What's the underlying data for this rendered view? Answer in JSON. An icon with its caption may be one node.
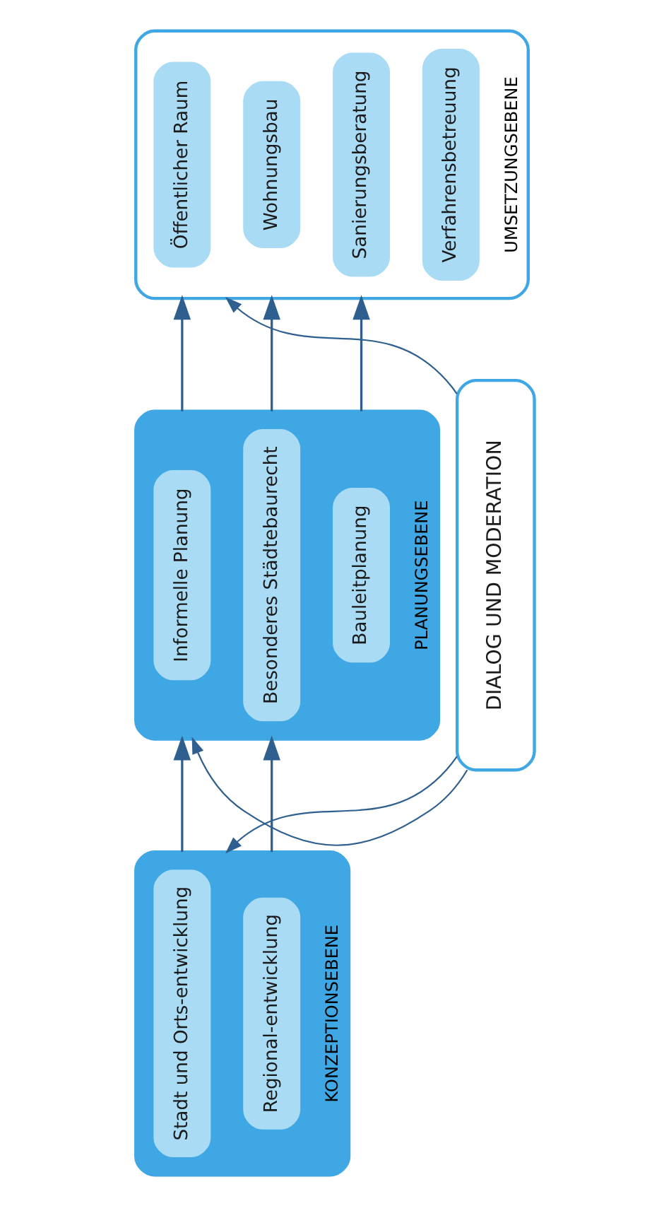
{
  "diagram": {
    "nodes": [
      {
        "text": [
          "KONZEPTIONSEBENE"
        ]
      },
      {
        "text": [
          "Stadt und Orts-entwicklung"
        ],
        "in": 0
      },
      {
        "text": [
          "Regional-entwicklung"
        ],
        "in": 0
      },
      {
        "text": [
          "PLANUNGSEBENE"
        ]
      },
      {
        "text": [
          "Informelle Planung"
        ],
        "in": 3
      },
      {
        "text": [
          "Besonderes Städtebaurecht"
        ],
        "in": 3
      },
      {
        "text": [
          "Bauleitplanung"
        ],
        "in": 3
      },
      {
        "text": [
          "UMSETZUNGSEBENE"
        ]
      },
      {
        "text": [
          "Öffentlicher Raum"
        ],
        "in": 7
      },
      {
        "text": [
          "Wohnungsbau"
        ],
        "in": 7
      },
      {
        "text": [
          "Sanierungsberatung"
        ],
        "in": 7
      },
      {
        "text": [
          "Verfahrensbetreuung"
        ],
        "in": 7
      },
      {
        "text": [
          "DIALOG UND MODERATION"
        ]
      }
    ],
    "edges": [
      {
        "from": 0,
        "to": 3,
        "arrow": "to"
      },
      {
        "from": 0,
        "to": 3,
        "arrow": "to"
      },
      {
        "from": 3,
        "to": 7,
        "arrow": "to"
      },
      {
        "from": 3,
        "to": 7,
        "arrow": "to"
      },
      {
        "from": 3,
        "to": 7,
        "arrow": "to"
      },
      {
        "from": 12,
        "to": 0,
        "arrow": "to"
      },
      {
        "from": 12,
        "to": 3,
        "arrow": "to"
      },
      {
        "from": 12,
        "to": 7,
        "arrow": "to"
      }
    ]
  }
}
